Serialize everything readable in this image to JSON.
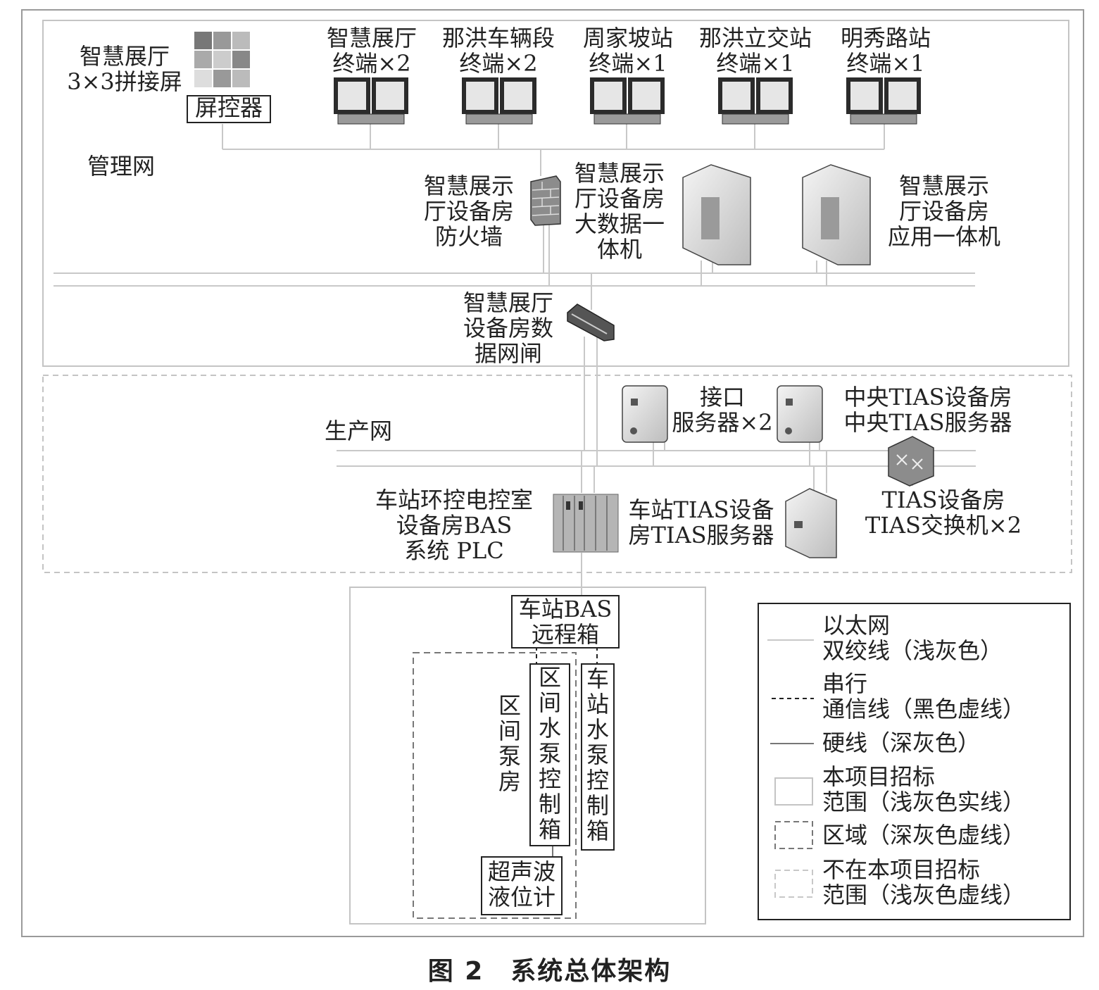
{
  "zones": {
    "management_net": "管理网",
    "production_net": "生产网"
  },
  "devices": {
    "video_wall": "智慧展厅\n3×3拼接屏",
    "screen_controller": "屏控器",
    "terminal_hall": "智慧展厅\n终端×2",
    "terminal_naHong_depot": "那洪车辆段\n终端×2",
    "terminal_zhoujiapo": "周家坡站\n终端×1",
    "terminal_naHong_lijiao": "那洪立交站\n终端×1",
    "terminal_mingxiu": "明秀路站\n终端×1",
    "firewall": "智慧展示\n厅设备房\n防火墙",
    "bigdata": "智慧展示\n厅设备房\n大数据一\n体机",
    "app_server": "智慧展示\n厅设备房\n应用一体机",
    "data_gateway": "智慧展厅\n设备房数\n据网闸",
    "interface_server": "接口\n服务器×2",
    "central_tias": "中央TIAS设备房\n中央TIAS服务器",
    "tias_switch": "TIAS设备房\nTIAS交换机×2",
    "bas_plc": "车站环控电控室\n设备房BAS\n系统 PLC",
    "station_tias": "车站TIAS设备\n房TIAS服务器",
    "bas_remote_box": "车站BAS\n远程箱",
    "interval_pump_room": "区间泵房",
    "interval_pump_box": "区间水泵控制箱",
    "station_pump_box": "车站水泵控制箱",
    "ultrasonic": "超声波\n液位计"
  },
  "legend": {
    "ethernet": "以太网\n双绞线（浅灰色）",
    "serial": "串行\n通信线（黑色虚线）",
    "hardwire": "硬线（深灰色）",
    "scope": "本项目招标\n范围（浅灰色实线）",
    "region": "区域（深灰色虚线）",
    "out_of_scope": "不在本项目招标\n范围（浅灰色虚线）"
  },
  "caption": "图 2　系统总体架构",
  "colors": {
    "ethernet": "#c8c8c8",
    "serial": "#222222",
    "hardwire": "#777777",
    "frame": "#bdbdbd"
  }
}
